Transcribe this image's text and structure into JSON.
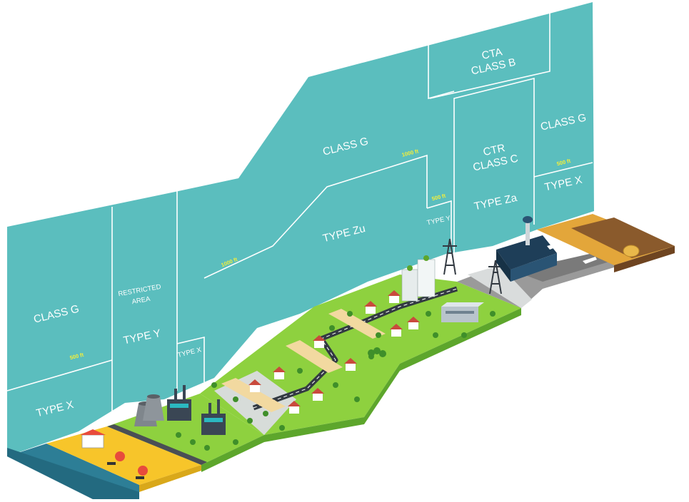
{
  "zones": {
    "left_class_g": "CLASS G",
    "left_type_x": "TYPE X",
    "restricted_l1": "RESTRICTED",
    "restricted_l2": "AREA",
    "type_y_left": "TYPE Y",
    "type_x_small": "TYPE X",
    "class_g_mid": "CLASS G",
    "type_zu": "TYPE Zu",
    "type_y_small": "TYPE Y",
    "cta": "CTA",
    "class_b": "CLASS B",
    "ctr": "CTR",
    "class_c": "CLASS C",
    "type_za": "TYPE Za",
    "class_g_right": "CLASS G",
    "type_x_right": "TYPE X"
  },
  "altitudes": {
    "alt_500_left": "500 ft",
    "alt_1000_left": "1000 ft",
    "alt_1000_mid": "1000 ft",
    "alt_500_mid": "500 ft",
    "alt_500_right": "500 ft"
  },
  "colors": {
    "wall": "#5bbebe",
    "grass": "#8ed13f",
    "grass_dark": "#5da62c",
    "sand": "#f7c52a",
    "sea": "#2d7e96",
    "runway": "#8c8c8c",
    "field": "#e3a63a",
    "soil": "#8a5a2c",
    "road": "#333a42"
  }
}
